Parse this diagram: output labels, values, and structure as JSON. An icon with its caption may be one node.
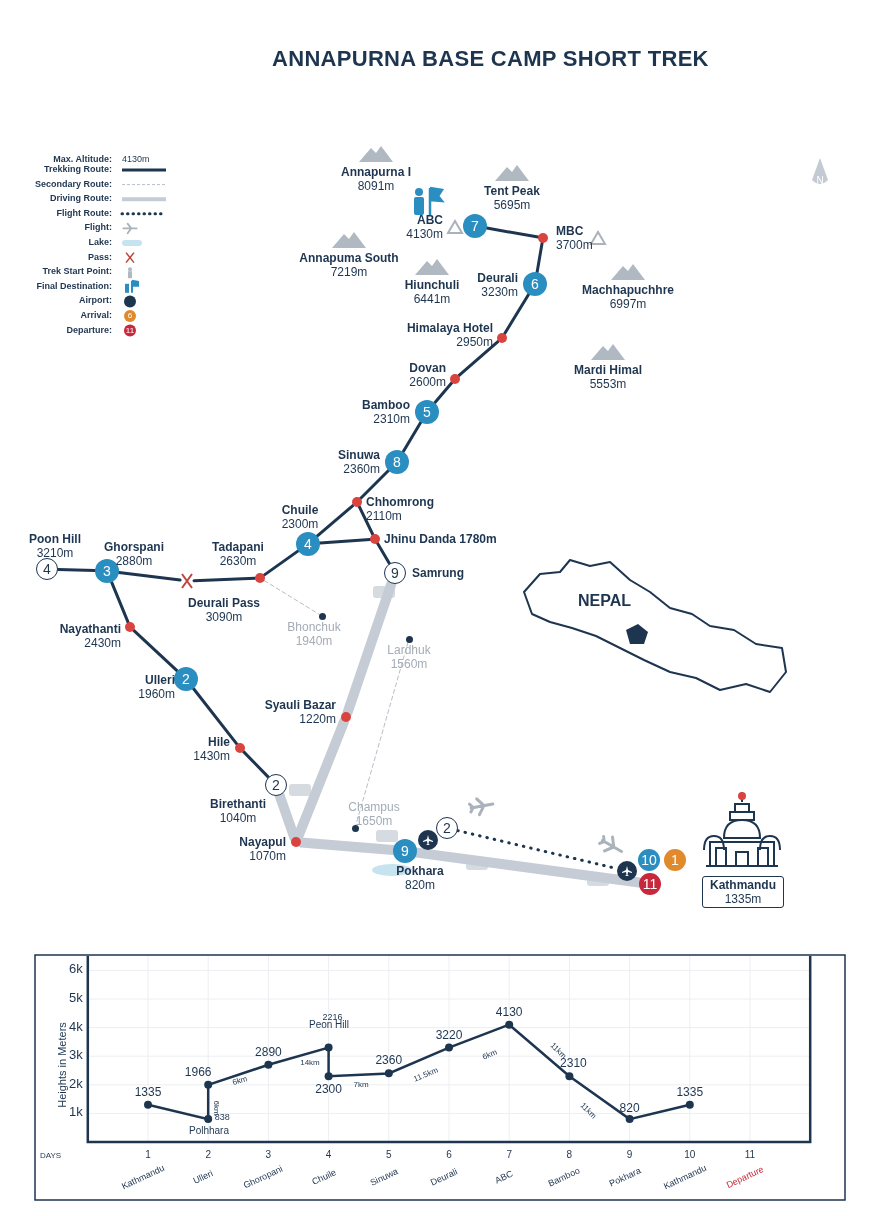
{
  "diagram": {
    "title": "ANNAPURNA BASE CAMP SHORT TREK",
    "nodes": [
      {
        "text": [
          "4"
        ],
        "beside": [
          "Poon Hill",
          "3210m"
        ]
      },
      {
        "text": [
          "3"
        ],
        "beside": [
          "Ghorspani",
          "2880m"
        ]
      },
      {
        "text": [],
        "shape": "cross",
        "beside": [
          "Deurali Pass",
          "3090m"
        ]
      },
      {
        "text": [],
        "shape": "circle",
        "beside": [
          "Tadapani",
          "2630m"
        ]
      },
      {
        "text": [
          "4"
        ],
        "beside": [
          "Chuile",
          "2300m"
        ]
      },
      {
        "text": [],
        "shape": "circle",
        "beside": [
          "Chhomrong",
          "2110m"
        ]
      },
      {
        "text": [
          "8"
        ],
        "beside": [
          "Sinuwa",
          "2360m"
        ]
      },
      {
        "text": [
          "5"
        ],
        "beside": [
          "Bamboo",
          "2310m"
        ]
      },
      {
        "text": [],
        "shape": "circle",
        "beside": [
          "Dovan",
          "2600m"
        ]
      },
      {
        "text": [],
        "shape": "circle",
        "beside": [
          "Himalaya Hotel",
          "2950m"
        ]
      },
      {
        "text": [
          "6"
        ],
        "beside": [
          "Deurali",
          "3230m"
        ]
      },
      {
        "text": [],
        "shape": "circle",
        "beside": [
          "MBC",
          "3700m"
        ]
      },
      {
        "text": [
          "7"
        ],
        "beside": [
          "ABC",
          "4130m"
        ]
      },
      {
        "text": [],
        "shape": "circle",
        "beside": [
          "Jhinu Danda 1780m"
        ]
      },
      {
        "text": [
          "9"
        ],
        "beside": [
          "Samrung"
        ]
      },
      {
        "text": [],
        "shape": "circle",
        "beside": [
          "Nayathanti",
          "2430m"
        ]
      },
      {
        "text": [
          "2"
        ],
        "beside": [
          "Ulleri",
          "1960m"
        ]
      },
      {
        "text": [],
        "shape": "circle",
        "beside": [
          "Hile",
          "1430m"
        ]
      },
      {
        "text": [
          "2"
        ],
        "beside": [
          "Birethanti",
          "1040m"
        ]
      },
      {
        "text": [],
        "shape": "circle",
        "beside": [
          "Nayapul",
          "1070m"
        ]
      },
      {
        "text": [],
        "shape": "circle",
        "beside": [
          "Syauli Bazar",
          "1220m"
        ]
      },
      {
        "text": [],
        "shape": "circle",
        "beside": [
          "Bhonchuk",
          "1940m"
        ]
      },
      {
        "text": [],
        "shape": "circle",
        "beside": [
          "Lardhuk",
          "1560m"
        ]
      },
      {
        "text": [],
        "shape": "circle",
        "beside": [
          "Champus",
          "1650m"
        ]
      },
      {
        "text": [
          "9"
        ],
        "beside": [
          "Pokhara",
          "820m"
        ]
      },
      {
        "text": [],
        "shape": "circle"
      },
      {
        "text": [
          "2"
        ]
      },
      {
        "text": [],
        "shape": "circle"
      },
      {
        "text": [
          "10"
        ]
      },
      {
        "text": [
          "1"
        ]
      },
      {
        "text": [
          "11"
        ]
      },
      {
        "text": [],
        "shape": "picture",
        "beside": [
          "Kathmandu",
          "1335m"
        ]
      },
      {
        "text": [
          "NEPAL"
        ]
      }
    ],
    "edges": [
      {
        "from": 0,
        "to": 1,
        "arrow": "none"
      },
      {
        "from": 1,
        "to": 2,
        "arrow": "none"
      },
      {
        "from": 2,
        "to": 3,
        "arrow": "none"
      },
      {
        "from": 3,
        "to": 4,
        "arrow": "none"
      },
      {
        "from": 4,
        "to": 5,
        "arrow": "none"
      },
      {
        "from": 4,
        "to": 13,
        "arrow": "none"
      },
      {
        "from": 5,
        "to": 13,
        "arrow": "none"
      },
      {
        "from": 5,
        "to": 6,
        "arrow": "none"
      },
      {
        "from": 6,
        "to": 7,
        "arrow": "none"
      },
      {
        "from": 7,
        "to": 8,
        "arrow": "none"
      },
      {
        "from": 8,
        "to": 9,
        "arrow": "none"
      },
      {
        "from": 9,
        "to": 10,
        "arrow": "none"
      },
      {
        "from": 10,
        "to": 11,
        "arrow": "none"
      },
      {
        "from": 11,
        "to": 12,
        "arrow": "none"
      },
      {
        "from": 13,
        "to": 14,
        "arrow": "none"
      },
      {
        "from": 1,
        "to": 15,
        "arrow": "none"
      },
      {
        "from": 15,
        "to": 16,
        "arrow": "none"
      },
      {
        "from": 16,
        "to": 17,
        "arrow": "none"
      },
      {
        "from": 17,
        "to": 18,
        "arrow": "none"
      },
      {
        "from": 3,
        "to": 21,
        "arrow": "none",
        "style": "dashed",
        "color": "#b8bec6"
      },
      {
        "from": 22,
        "to": 23,
        "arrow": "none",
        "style": "dashed",
        "color": "#b8bec6"
      },
      {
        "from": 14,
        "to": 20,
        "arrow": "none",
        "style": "thick",
        "color": "#c5ccd5"
      },
      {
        "from": 20,
        "to": 19,
        "arrow": "none",
        "style": "thick",
        "color": "#c5ccd5"
      },
      {
        "from": 18,
        "to": 19,
        "arrow": "none",
        "style": "thick",
        "color": "#c5ccd5"
      },
      {
        "from": 19,
        "to": 24,
        "arrow": "none",
        "style": "thick",
        "color": "#c5ccd5"
      },
      {
        "from": 24,
        "to": 30,
        "arrow": "none",
        "style": "thick",
        "color": "#c5ccd5"
      },
      {
        "from": 26,
        "to": 27,
        "arrow": "none",
        "style": "dashed"
      }
    ],
    "labels": [
      "Max. Altitude:",
      "4130m",
      "Annapurna I",
      "8091m",
      "Tent Peak",
      "5695m",
      "Annapuma South",
      "7219m",
      "Hiunchuli",
      "6441m",
      "Machhapuchhre",
      "6997m",
      "Mardi Himal",
      "5553m",
      "N",
      "6",
      "11",
      "Kathmandu",
      "Ulleri",
      "Ghoropani",
      "Chuile",
      "Sinuwa",
      "Deurali",
      "ABC",
      "Bamboo",
      "Pokhara",
      "Kathmandu",
      "Departure"
    ],
    "legend": [
      {
        "text": "Trekking Route:"
      },
      {
        "text": "Secondary Route:"
      },
      {
        "text": "Driving Route:"
      },
      {
        "text": "Flight Route:"
      },
      {
        "text": "Flight:"
      },
      {
        "text": "Lake:",
        "color": "#c6e3f0"
      },
      {
        "text": "Pass:"
      },
      {
        "text": "Trek Start Point:"
      },
      {
        "text": "Final Destination:"
      },
      {
        "text": "Airport:",
        "color": "#1e3550"
      },
      {
        "text": "Arrival:",
        "color": "#e08a2c"
      },
      {
        "text": "Departure:",
        "color": "#c8283c"
      }
    ],
    "chart_data": {
      "type": "line",
      "xlabel": "DAYS",
      "ylabel": "Heights in Meters",
      "x": [
        1,
        2,
        2,
        3,
        4,
        4,
        5,
        6,
        7,
        8,
        9,
        10
      ],
      "xticks": [
        1,
        2,
        3,
        4,
        5,
        6,
        7,
        8,
        9,
        10,
        11
      ],
      "yticks": [
        {
          "value": 1000,
          "label": "1k"
        },
        {
          "value": 2000,
          "label": "2k"
        },
        {
          "value": 3000,
          "label": "3k"
        },
        {
          "value": 4000,
          "label": "4k"
        },
        {
          "value": 5000,
          "label": "5k"
        },
        {
          "value": 6000,
          "label": "6k"
        }
      ],
      "ylim": [
        0,
        6500
      ],
      "xlim": [
        0,
        12
      ],
      "grid": true,
      "series": [
        {
          "color": "#1e3550",
          "marker": "circle",
          "values": [
            1300,
            800,
            2000,
            2700,
            3300,
            2300,
            2400,
            3300,
            4100,
            2300,
            800,
            1300
          ]
        }
      ],
      "value_labels": [
        "1335",
        "838",
        "1966",
        "2890",
        "2216",
        "2300",
        "2360",
        "3220",
        "4130",
        "2310",
        "820",
        "1335"
      ],
      "annotations": [
        "Peon Hill",
        "Polhhara",
        "6km",
        "6km",
        "14km",
        "7km",
        "11.5km",
        "6km",
        "11km",
        "11km"
      ]
    }
  }
}
